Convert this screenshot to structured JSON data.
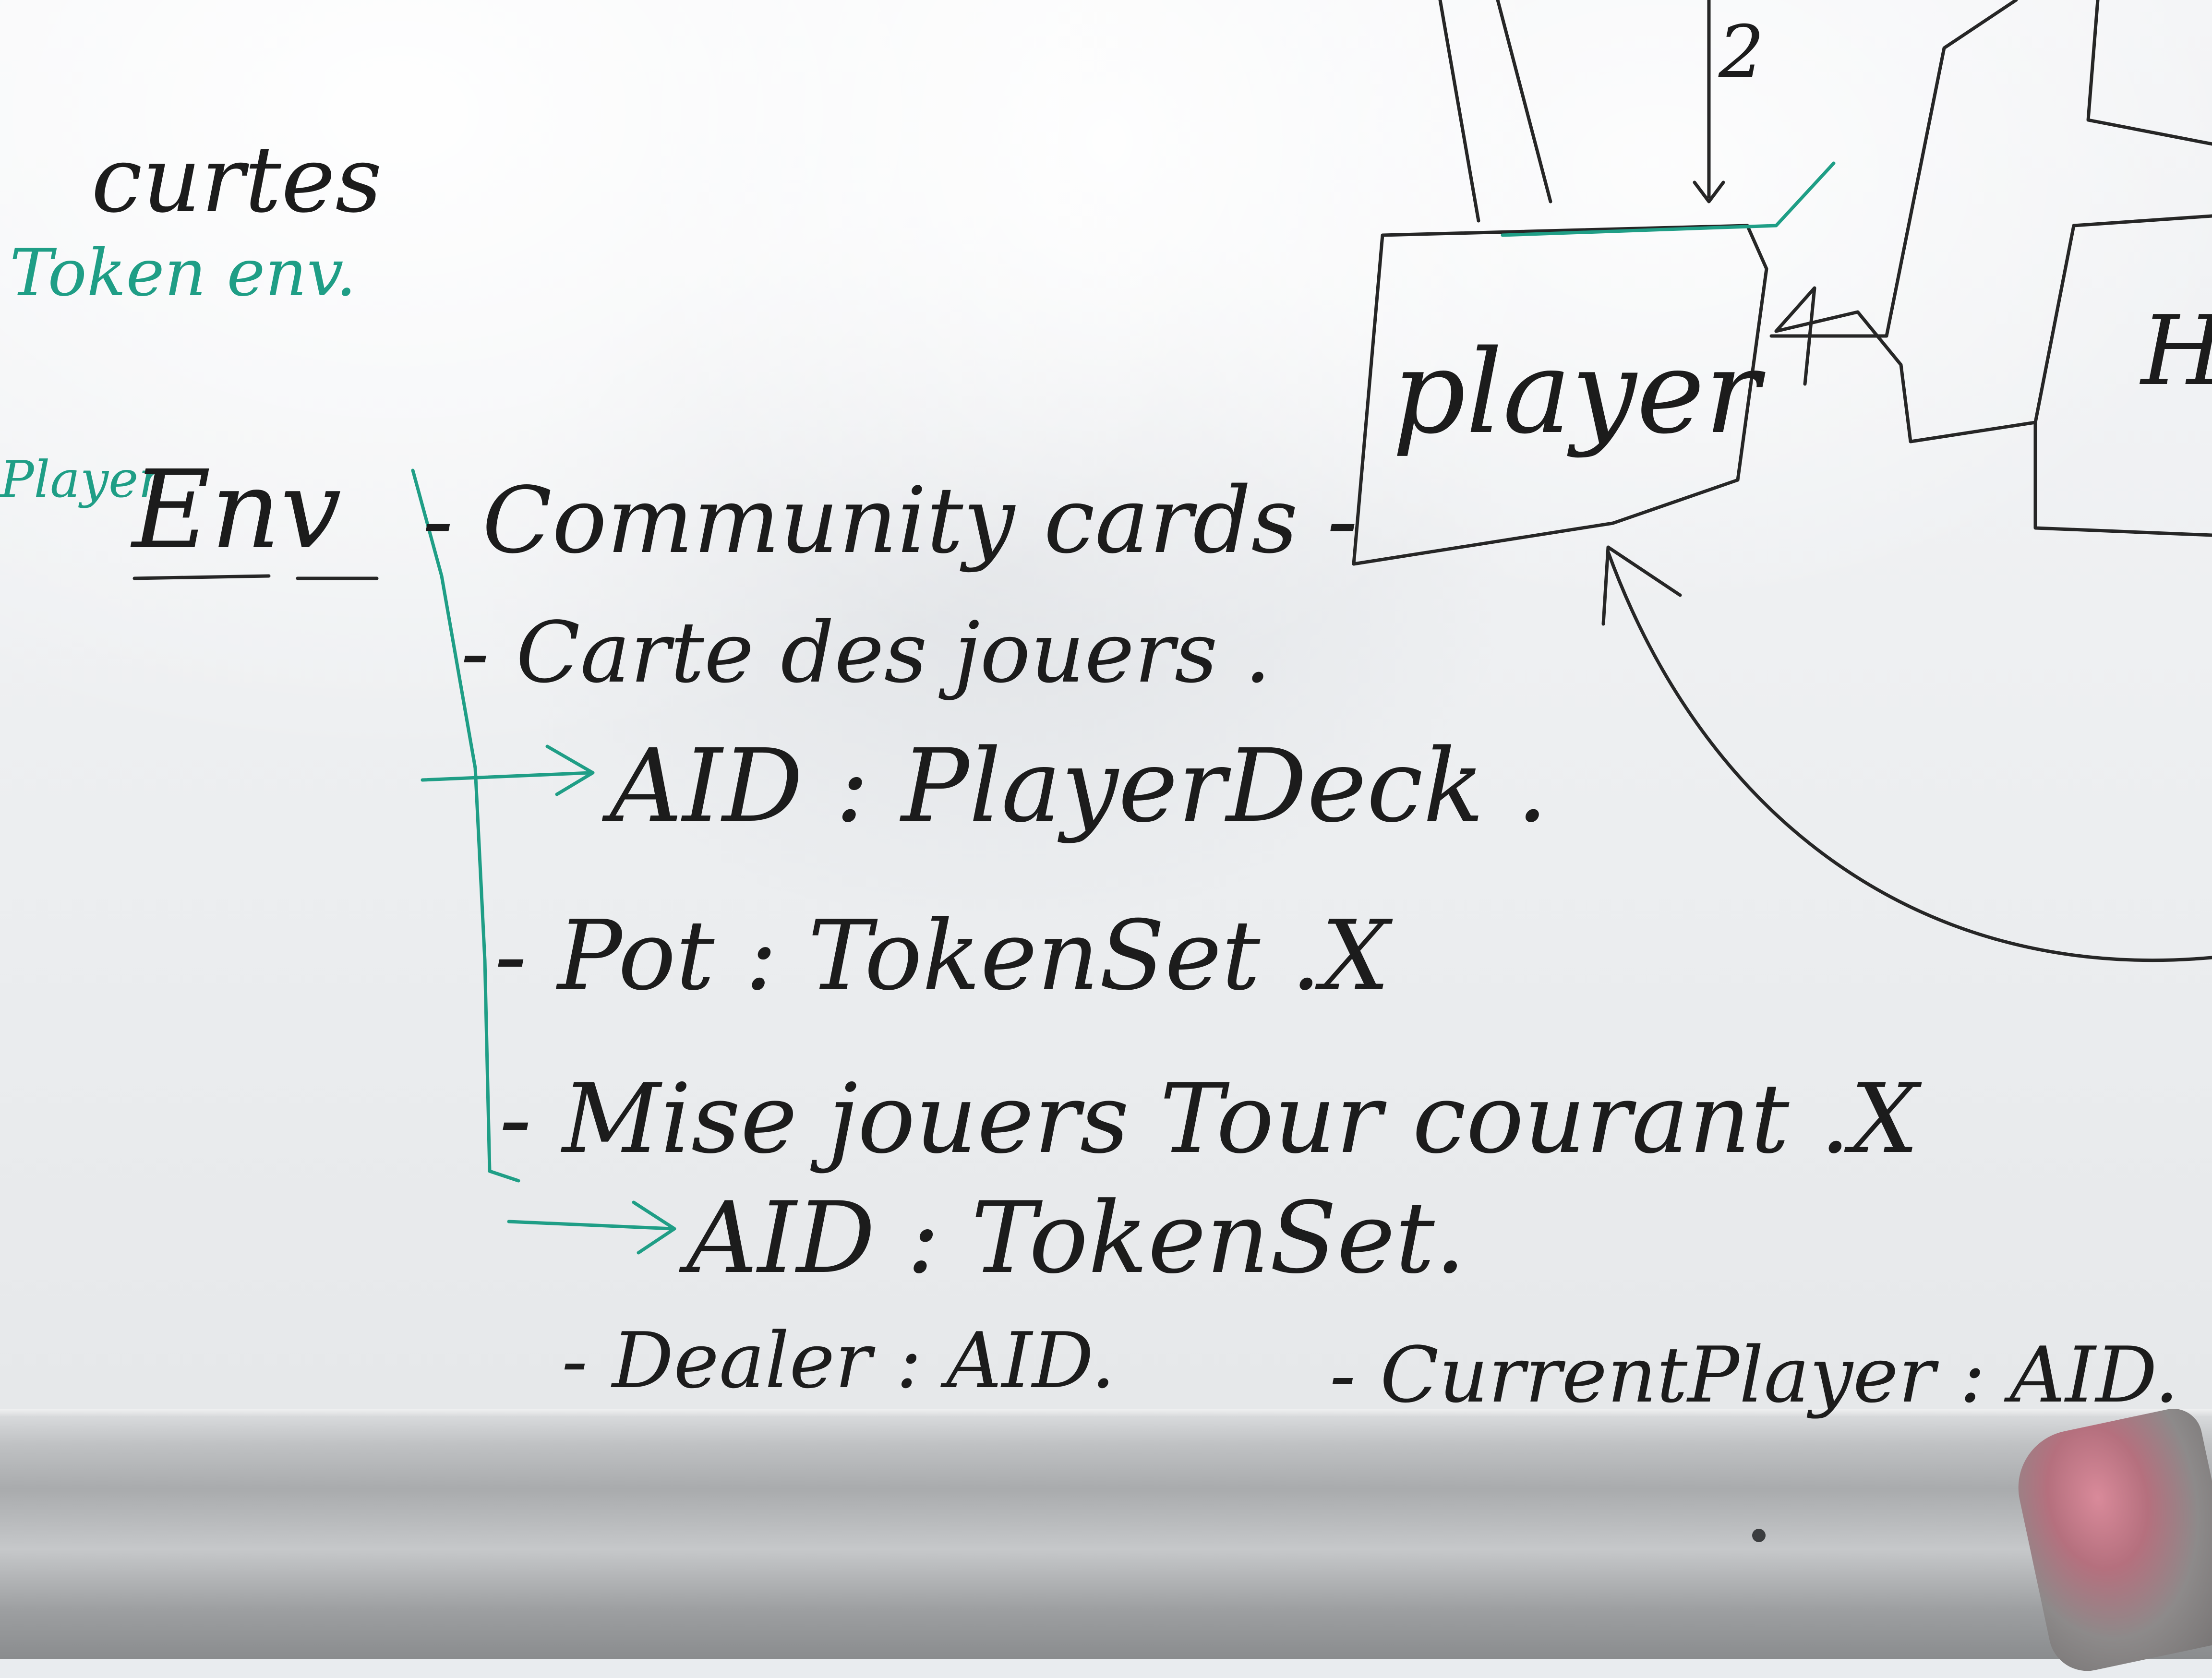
{
  "board": {
    "top_left": [
      "curtes",
      "Token env.",
      "Player"
    ],
    "env_label": "Env",
    "attributes": [
      "- Community cards -",
      "- Carte des jouers .",
      "AID : PlayerDeck .",
      "- Pot : TokenSet .X",
      "- Mise jouers Tour courant .X",
      "AID : TokenSet.",
      "- Dealer : AID.",
      "- CurrentPlayer : AID."
    ],
    "diagram": {
      "player_box": "player",
      "edge_label": "2",
      "right_box": "H"
    }
  },
  "colors": {
    "ink_dark": "#1c1c1c",
    "ink_green": "#1f9e86"
  }
}
